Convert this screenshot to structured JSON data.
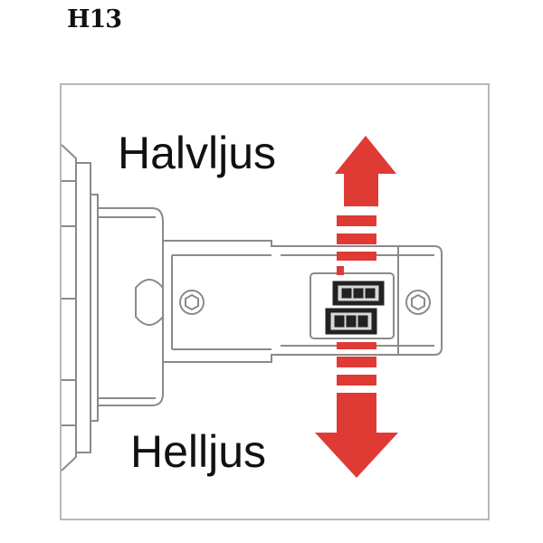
{
  "header": {
    "title": "H13"
  },
  "labels": {
    "top": "Halvljus",
    "bottom": "Helljus"
  },
  "colors": {
    "arrow": "#e03a35",
    "outline": "#8a8a8a",
    "connector": "#333333"
  }
}
